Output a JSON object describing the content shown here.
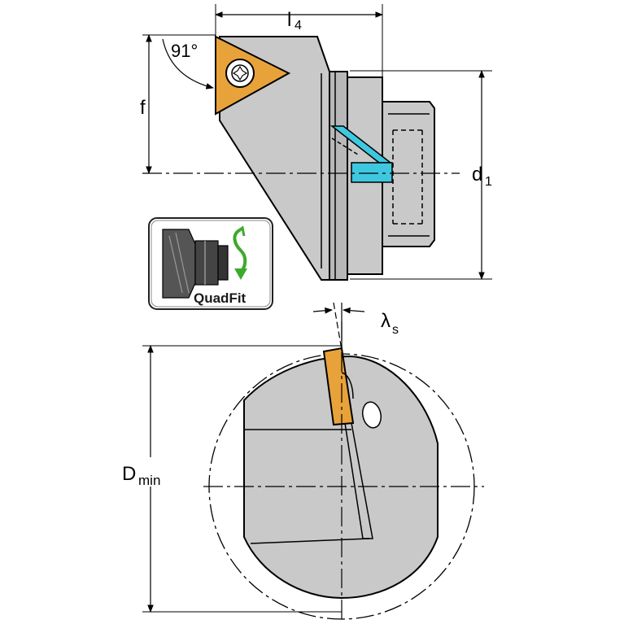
{
  "labels": {
    "l4": "l",
    "l4_sub": "4",
    "angle": "91°",
    "f": "f",
    "d1": "d",
    "d1_sub": "1",
    "lambda_s": "λ",
    "lambda_s_sub": "s",
    "dmin": "D",
    "dmin_sub": "min"
  },
  "badge": {
    "text": "QuadFit",
    "icon": "rotate-arrow-icon"
  },
  "colors": {
    "insert": "#e8a23a",
    "body": "#c9c9c9",
    "body_dark": "#a9a9a9",
    "coolant": "#3ec8e0",
    "arrow_green": "#3caa2a"
  }
}
